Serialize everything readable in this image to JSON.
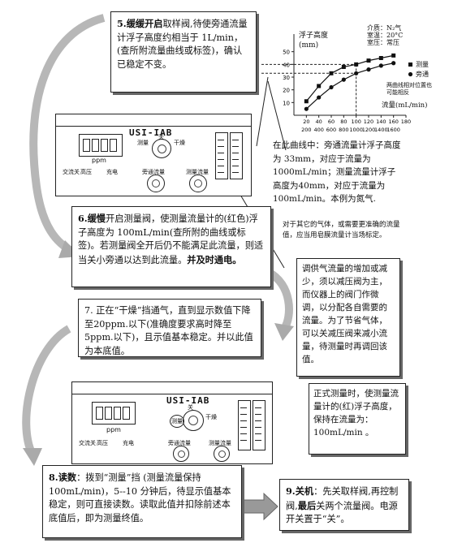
{
  "steps": {
    "s5": {
      "num": "5.",
      "lead": "缓缓开启",
      "text": "取样阀,待使旁通流量计浮子高度约相当于 1L/min，(查所附流量曲线或标签)，确认已稳定不变。"
    },
    "s6": {
      "num": "6.",
      "lead": "缓慢",
      "text": "开启测量阀，使测量流量计的(红色)浮子高度为 100mL/min(查所附的曲线或标签)。若测量阀全开后仍不能满足此流量，则适当关小旁通以达到此流量。",
      "tail": "并及时通电。"
    },
    "s7": {
      "text": "7.  正在“干燥”挡通气，直到显示数值下降至20ppm.以下(准确度要求高时降至 5ppm.以下)，且示值基本稳定。并以此值为本底值。"
    },
    "s8": {
      "num": "8.",
      "lead": "读数",
      "text": "：拨到“测量”挡 (测量流量保持100mL/min)，5--10 分钟后，待显示值基本稳定，则可直接读数。读取此值并扣除前述本底值后，即为测量终值。"
    },
    "s9": {
      "num": "9.",
      "lead": "关机",
      "text1": "：先关取样阀,再控制阀,",
      "lead2": "最后",
      "text2": "关两个流量阀。电源开关置于“关”。"
    }
  },
  "notes": {
    "curve_note": "在此曲线中：旁通流量计浮子高度为 33mm，对应于流量为1000mL/min；测量流量计浮子高度为40mm，对应于流量为100mL/min。本例为氮气.",
    "curve_note2": "对于其它的气体，或需要更准确的流量值，应当用皂膜流量计当场标定。",
    "pressure_note": "调供气流量的增加或减少，须以减压阀为主，而仪器上的阀门作微调，以分配各自需要的流量。为了节省气体，可以关减压阀来减小流量，待测量时再调回该值。",
    "pressure_bold": "须以减压阀为主",
    "measure_note": "正式测量时，使测量流量计的(红)浮子高度，保持在流量为：100mL/min 。"
  },
  "device": {
    "model": "USI-IAB",
    "unit": "ppm",
    "labels": {
      "power": "交流",
      "off": "关",
      "hi": "高压",
      "charge": "充电",
      "bypass": "旁通流量",
      "measure": "测量流量",
      "meas_sw": "测量",
      "dry_sw": "干燥",
      "off_sw": "关"
    }
  },
  "chart_data": {
    "type": "line",
    "title": "",
    "ylabel": "浮子高度(mm)",
    "xlabel": "流量(mL/min)",
    "medium": {
      "line1": "介质：N₂气",
      "line2": "室温：20°C",
      "line3": "室压：常压"
    },
    "legend": [
      {
        "name": "测量"
      },
      {
        "name": "旁通"
      }
    ],
    "legend_note": "两曲线相对位置也可能相反",
    "x_ticks_top": [
      "20",
      "40",
      "60",
      "80",
      "100",
      "120",
      "140",
      "160",
      "180"
    ],
    "x_ticks_bottom": [
      "200",
      "400",
      "600",
      "800",
      "1000",
      "1200",
      "1400",
      "1600"
    ],
    "y_ticks": [
      "10",
      "20",
      "30",
      "40",
      "50"
    ],
    "ylim": [
      0,
      60
    ],
    "series": [
      {
        "name": "测量",
        "x": [
          20,
          40,
          60,
          80,
          100,
          120,
          140,
          160
        ],
        "y": [
          11,
          23,
          33,
          38,
          40,
          43,
          45,
          47
        ]
      },
      {
        "name": "旁通",
        "x": [
          20,
          40,
          60,
          80,
          100,
          120,
          140,
          160
        ],
        "y": [
          5,
          14,
          22,
          28,
          33,
          36,
          39,
          41
        ]
      }
    ]
  }
}
